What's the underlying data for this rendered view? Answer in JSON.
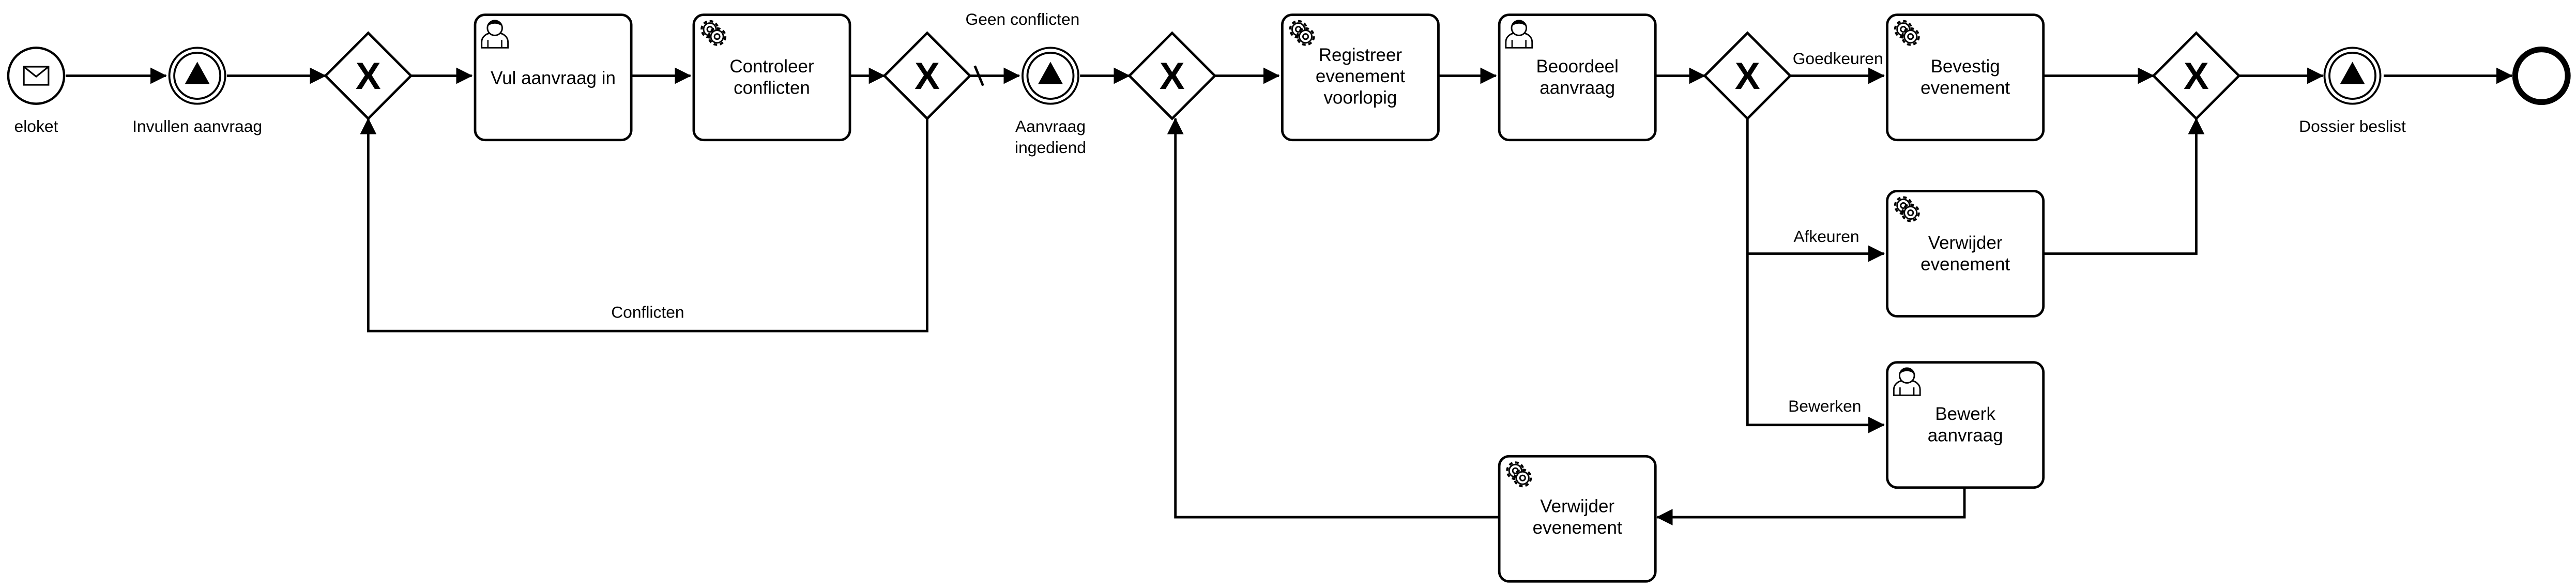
{
  "diagram": {
    "colors": {
      "stroke": "#000000",
      "fill": "#ffffff"
    },
    "start_event": {
      "label": "eloket",
      "icon": "envelope-icon"
    },
    "events": {
      "invullen_aanvraag": {
        "label": "Invullen aanvraag",
        "icon": "signal-icon"
      },
      "aanvraag_ingediend": {
        "label_line1": "Aanvraag",
        "label_line2": "ingediend",
        "icon": "signal-icon"
      },
      "dossier_beslist": {
        "label": "Dossier beslist",
        "icon": "signal-icon"
      }
    },
    "tasks": {
      "vul_aanvraag_in": {
        "label_line1": "Vul aanvraag in",
        "icon": "user-icon"
      },
      "controleer_conflicten": {
        "label_line1": "Controleer",
        "label_line2": "conflicten",
        "icon": "gear-icon"
      },
      "registreer_evenement": {
        "label_line1": "Registreer",
        "label_line2": "evenement",
        "label_line3": "voorlopig",
        "icon": "gear-icon"
      },
      "beoordeel_aanvraag": {
        "label_line1": "Beoordeel",
        "label_line2": "aanvraag",
        "icon": "user-icon"
      },
      "bevestig_evenement": {
        "label_line1": "Bevestig",
        "label_line2": "evenement",
        "icon": "gear-icon"
      },
      "verwijder_evenement_1": {
        "label_line1": "Verwijder",
        "label_line2": "evenement",
        "icon": "gear-icon"
      },
      "bewerk_aanvraag": {
        "label_line1": "Bewerk",
        "label_line2": "aanvraag",
        "icon": "user-icon"
      },
      "verwijder_evenement_2": {
        "label_line1": "Verwijder",
        "label_line2": "evenement",
        "icon": "gear-icon"
      }
    },
    "flow_labels": {
      "geen_conflicten": "Geen conflicten",
      "conflicten": "Conflicten",
      "goedkeuren": "Goedkeuren",
      "afkeuren": "Afkeuren",
      "bewerken": "Bewerken"
    },
    "gateway_symbol": "X"
  }
}
